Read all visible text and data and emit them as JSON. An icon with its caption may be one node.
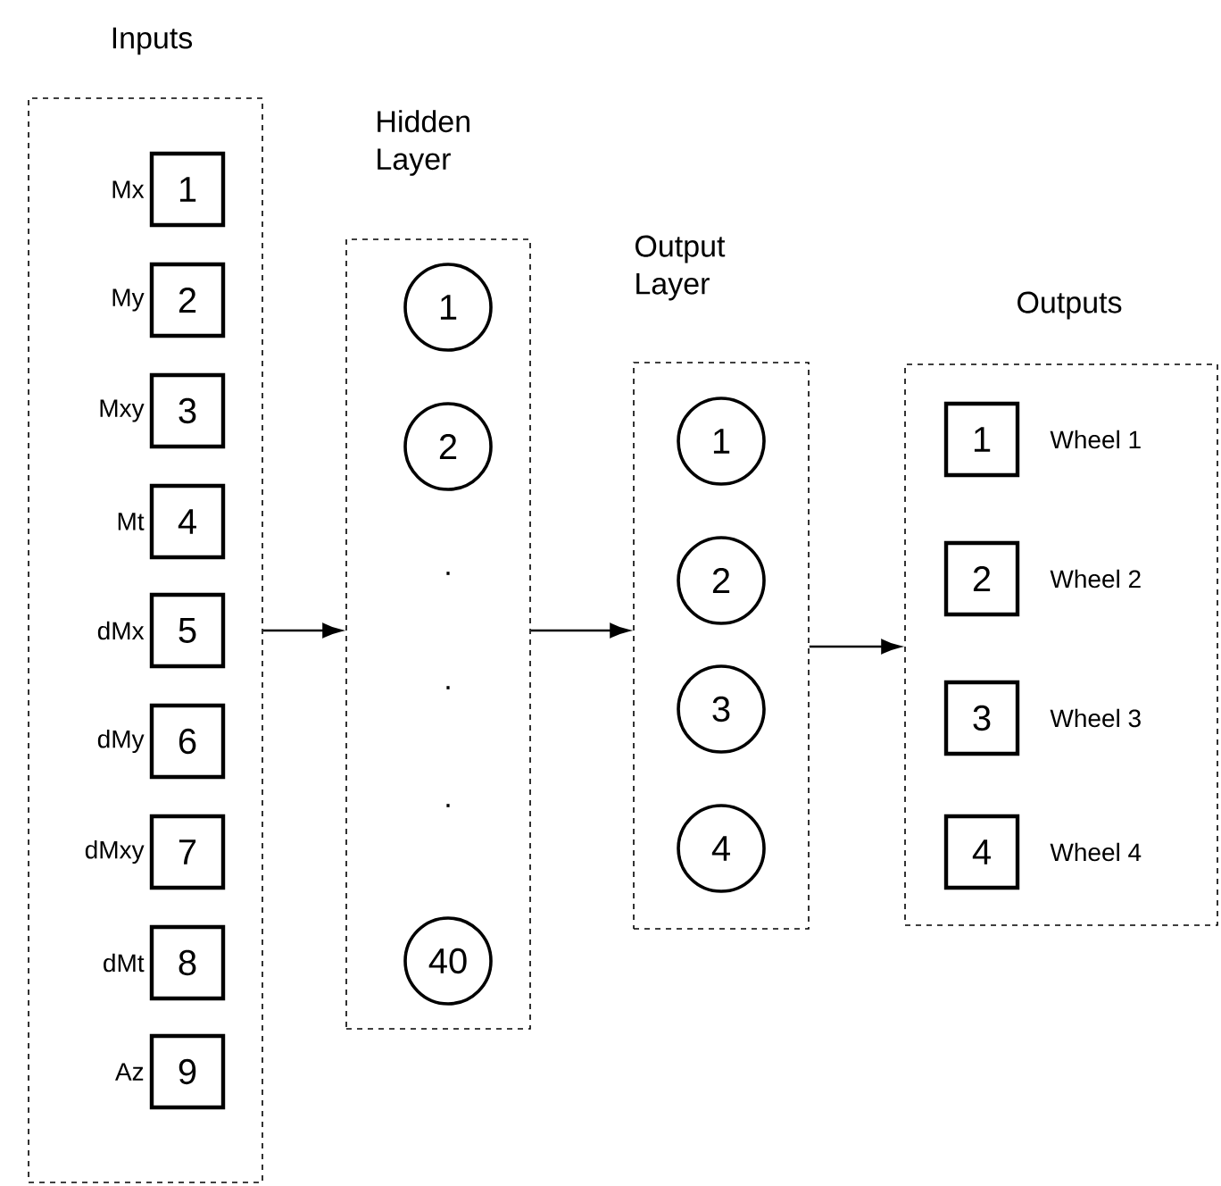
{
  "diagram": {
    "nodes": [
      {
        "text": [
          "Inputs"
        ]
      },
      {
        "text": [
          "1"
        ],
        "in": 0,
        "beside": [
          "Mx"
        ]
      },
      {
        "text": [
          "2"
        ],
        "in": 0,
        "beside": [
          "My"
        ]
      },
      {
        "text": [
          "3"
        ],
        "in": 0,
        "beside": [
          "Mxy"
        ]
      },
      {
        "text": [
          "4"
        ],
        "in": 0,
        "beside": [
          "Mt"
        ]
      },
      {
        "text": [
          "5"
        ],
        "in": 0,
        "beside": [
          "dMx"
        ]
      },
      {
        "text": [
          "6"
        ],
        "in": 0,
        "beside": [
          "dMy"
        ]
      },
      {
        "text": [
          "7"
        ],
        "in": 0,
        "beside": [
          "dMxy"
        ]
      },
      {
        "text": [
          "8"
        ],
        "in": 0,
        "beside": [
          "dMt"
        ]
      },
      {
        "text": [
          "9"
        ],
        "in": 0,
        "beside": [
          "Az"
        ]
      },
      {
        "text": [
          "Hidden Layer"
        ]
      },
      {
        "text": [
          "1"
        ],
        "in": 10
      },
      {
        "text": [
          "2"
        ],
        "in": 10
      },
      {
        "text": [
          "40"
        ],
        "in": 10
      },
      {
        "text": [
          "Output Layer"
        ]
      },
      {
        "text": [
          "1"
        ],
        "in": 14
      },
      {
        "text": [
          "2"
        ],
        "in": 14
      },
      {
        "text": [
          "3"
        ],
        "in": 14
      },
      {
        "text": [
          "4"
        ],
        "in": 14
      },
      {
        "text": [
          "Outputs"
        ]
      },
      {
        "text": [
          "1"
        ],
        "in": 19,
        "beside": [
          "Wheel 1"
        ]
      },
      {
        "text": [
          "2"
        ],
        "in": 19,
        "beside": [
          "Wheel 2"
        ]
      },
      {
        "text": [
          "3"
        ],
        "in": 19,
        "beside": [
          "Wheel 3"
        ]
      },
      {
        "text": [
          "4"
        ],
        "in": 19,
        "beside": [
          "Wheel 4"
        ]
      }
    ],
    "edges": [
      {
        "from": 0,
        "to": 10,
        "arrow": "to"
      },
      {
        "from": 10,
        "to": 14,
        "arrow": "to"
      },
      {
        "from": 14,
        "to": 19,
        "arrow": "to"
      }
    ],
    "labels": [
      ".",
      ".",
      "."
    ]
  }
}
